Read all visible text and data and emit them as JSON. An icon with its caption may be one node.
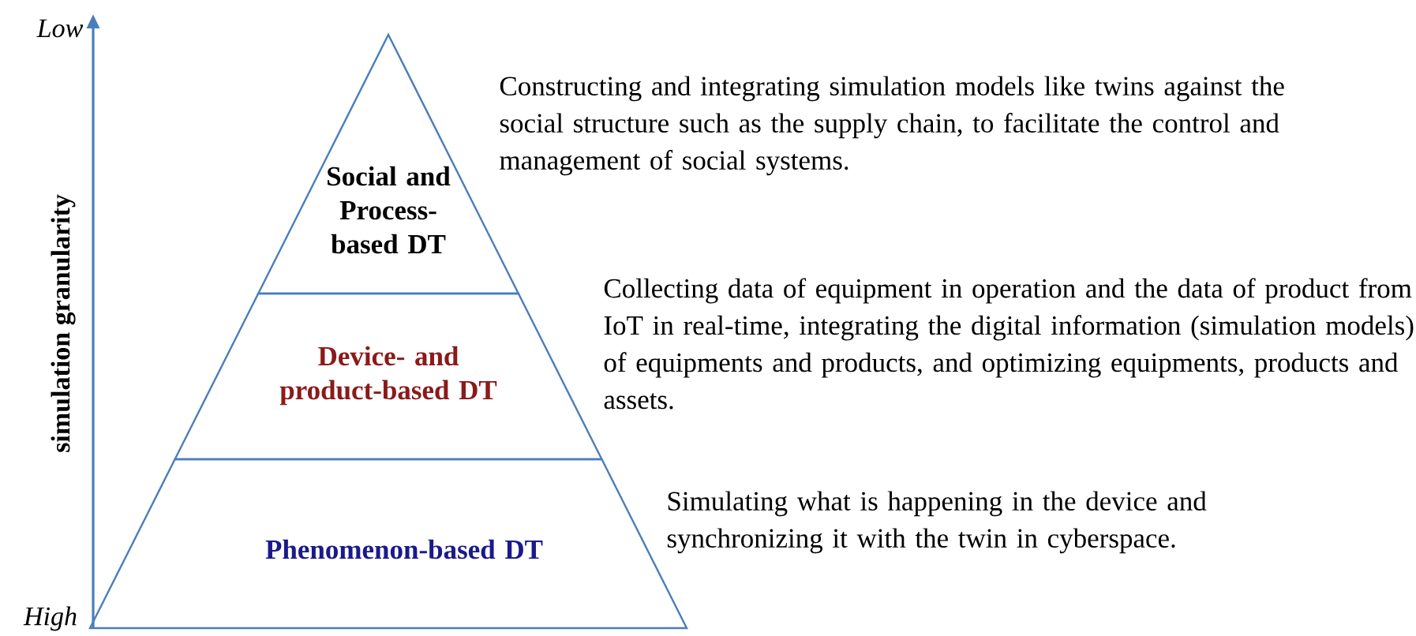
{
  "diagram": {
    "nodes": [
      {
        "text": [
          "Social and Process-based DT"
        ],
        "beside": [
          "Constructing and integrating simulation models like twins against the social structure such as the supply chain, to facilitate the control and management of social systems."
        ]
      },
      {
        "text": [
          "Device- and product-based DT"
        ],
        "beside": [
          "Collecting data of equipment in operation and the data of product from IoT in real-time,  integrating the digital information (simulation models)  of equipments and products, and optimizing equipments, products and assets."
        ]
      },
      {
        "text": [
          "Phenomenon-based DT"
        ],
        "beside": [
          "Simulating what is happening in the device and synchronizing it with the twin in cyberspace."
        ]
      }
    ],
    "labels": [
      "Low",
      "simulation granularity",
      "High"
    ]
  }
}
